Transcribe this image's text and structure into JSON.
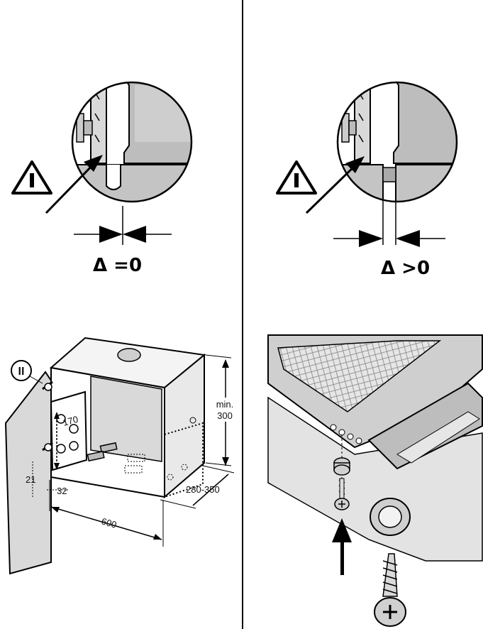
{
  "panels": {
    "top_left": {
      "gap_label": "Δ =0"
    },
    "top_right": {
      "gap_label": "Δ >0"
    },
    "bottom_left": {
      "marker": "II",
      "dimensions": {
        "height": "min.\n300",
        "height_line1": "min.",
        "height_line2": "300",
        "depth": "280-350",
        "width": "600",
        "hole_spacing": "170",
        "offset_bottom": "21",
        "offset_side": "32"
      }
    }
  },
  "warning_icon": "warning-triangle-icon",
  "colors": {
    "ink": "#000000",
    "shade_light": "#d9d9d9",
    "shade_mid": "#bdbdbd",
    "shade_dark": "#8c8c8c"
  }
}
